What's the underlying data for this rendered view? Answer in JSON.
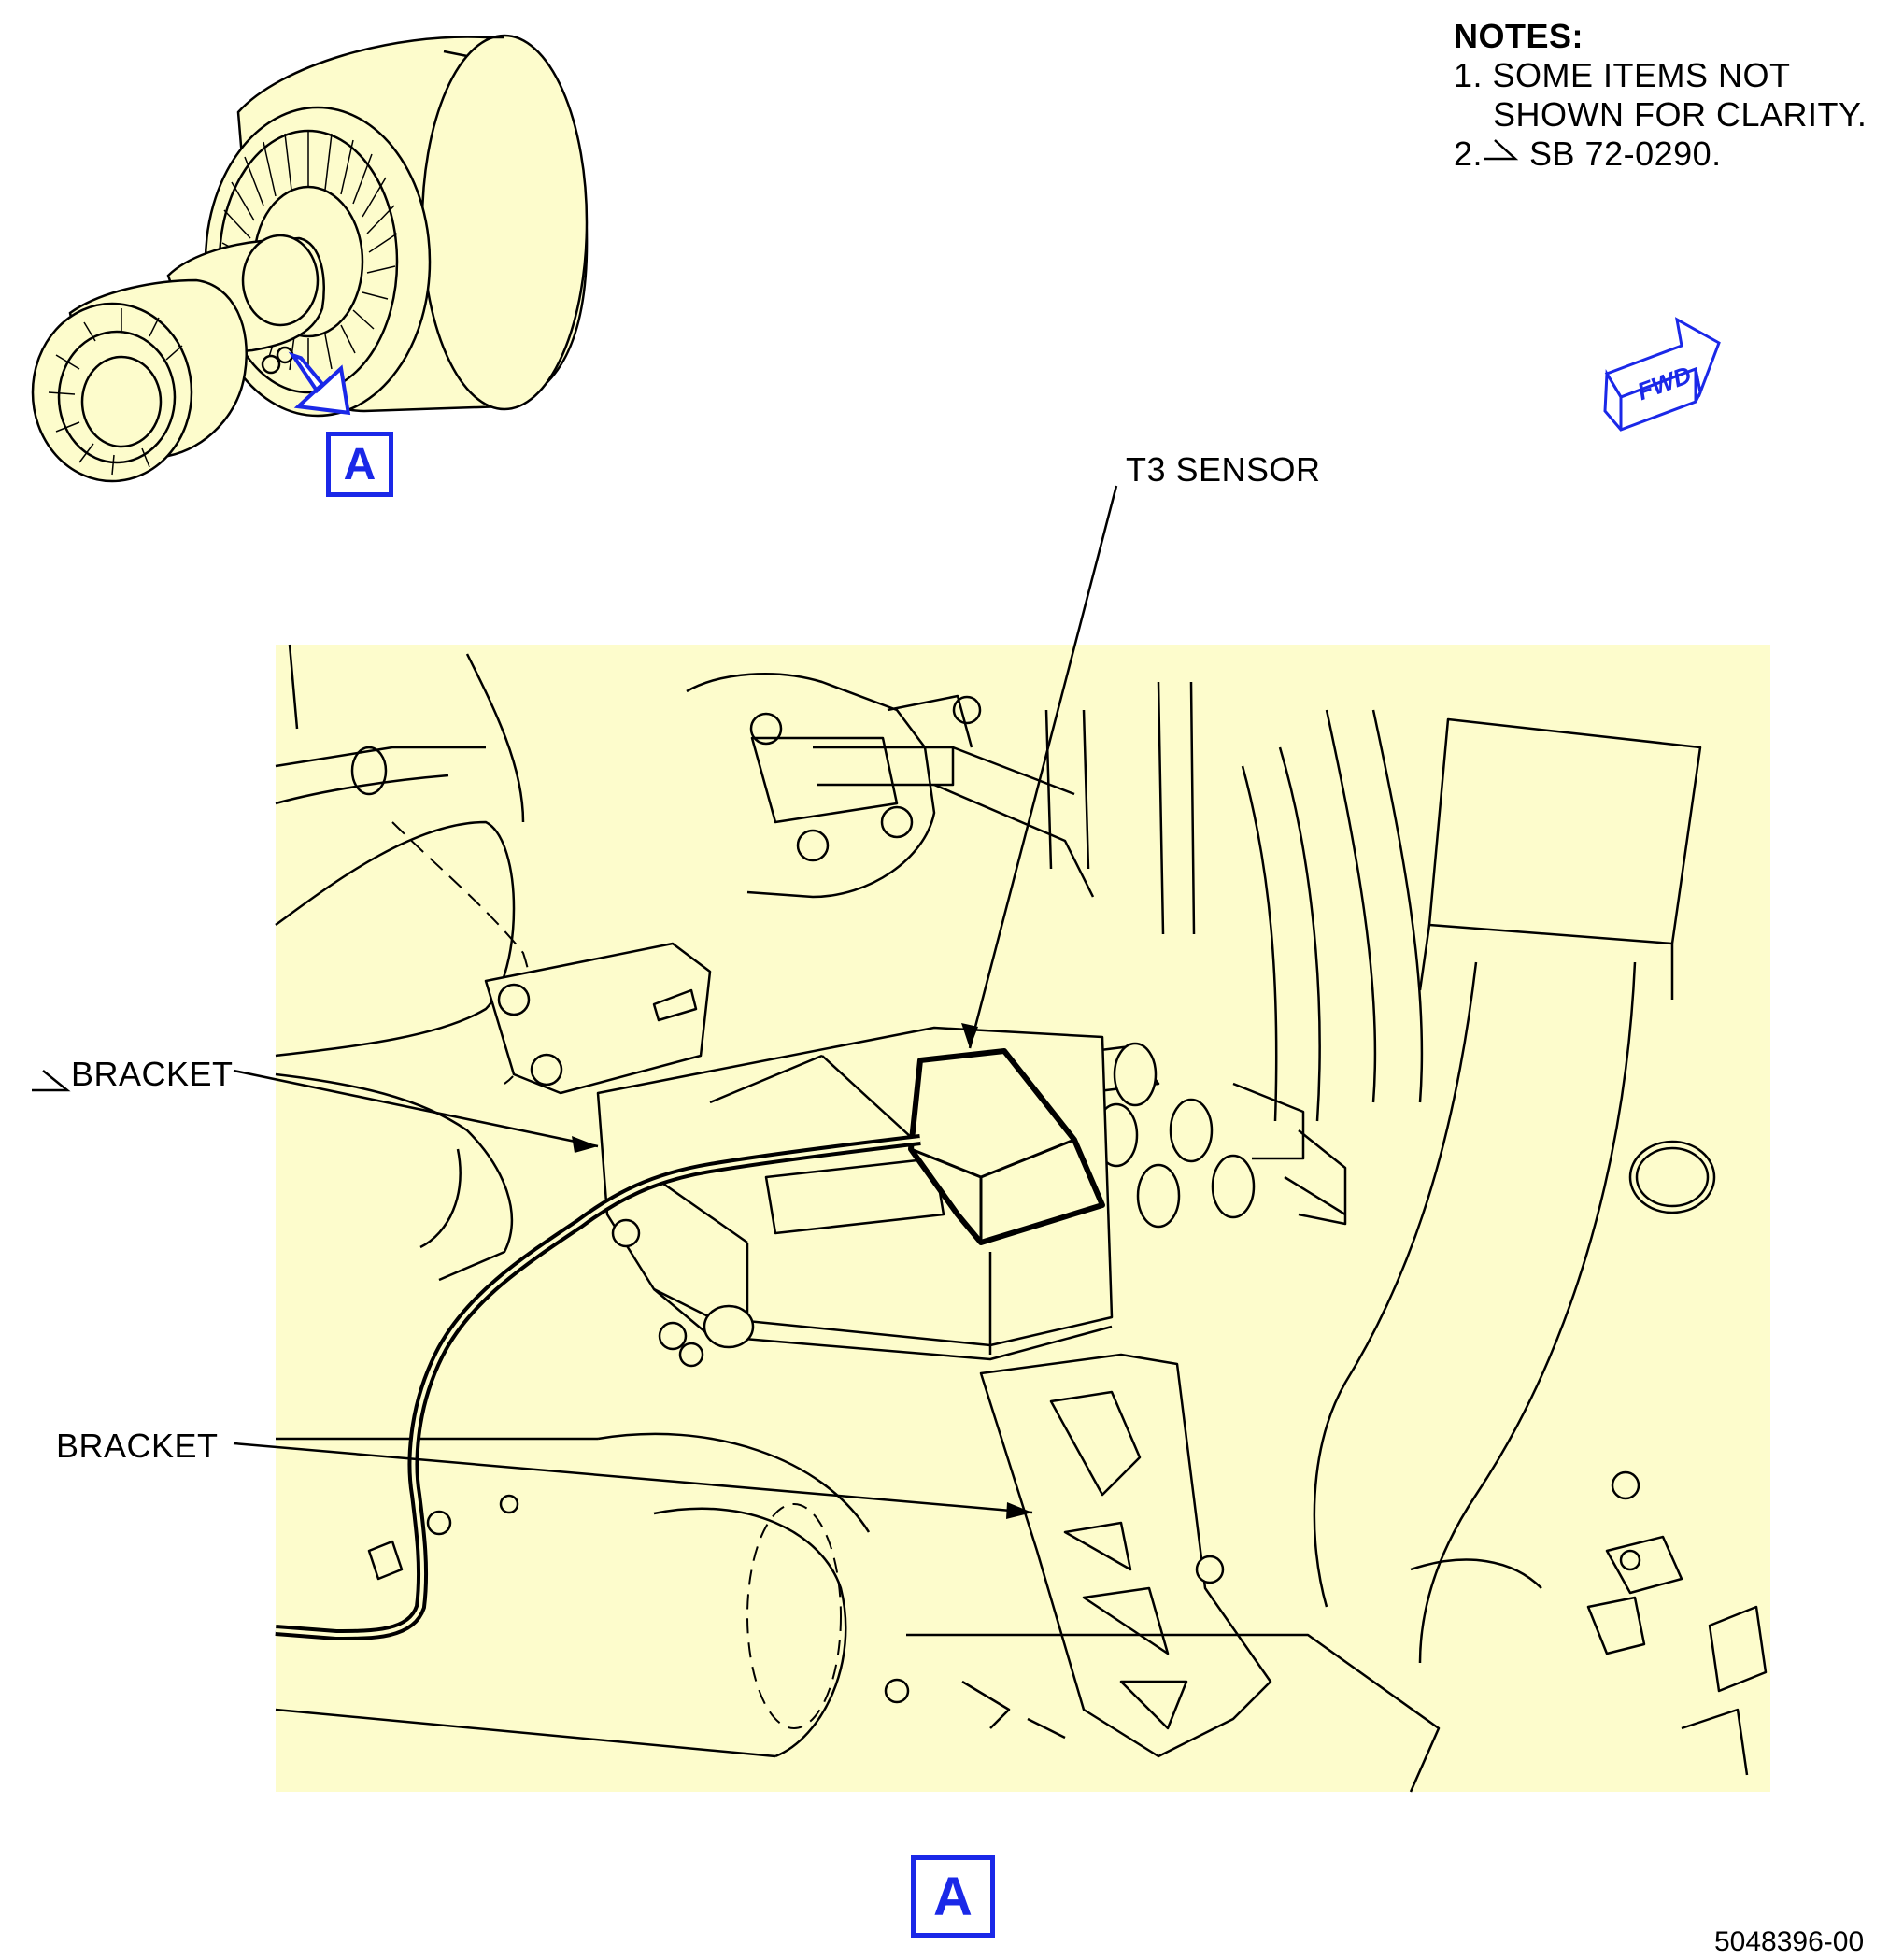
{
  "notes": {
    "title": "NOTES:",
    "line1a": "1. SOME ITEMS NOT",
    "line1b": "SHOWN FOR CLARITY.",
    "line2_prefix": "2.",
    "line2_text": "SB 72-0290."
  },
  "fwd_label": "FWD",
  "view_marker_top": "A",
  "view_marker_bottom": "A",
  "callouts": {
    "t3_sensor": "T3 SENSOR",
    "bracket_sb": "BRACKET",
    "bracket": "BRACKET"
  },
  "figure_number": "5048396-00",
  "colors": {
    "fill": "#fdfccc",
    "accent_blue": "#1a28e8",
    "line": "#000000"
  }
}
